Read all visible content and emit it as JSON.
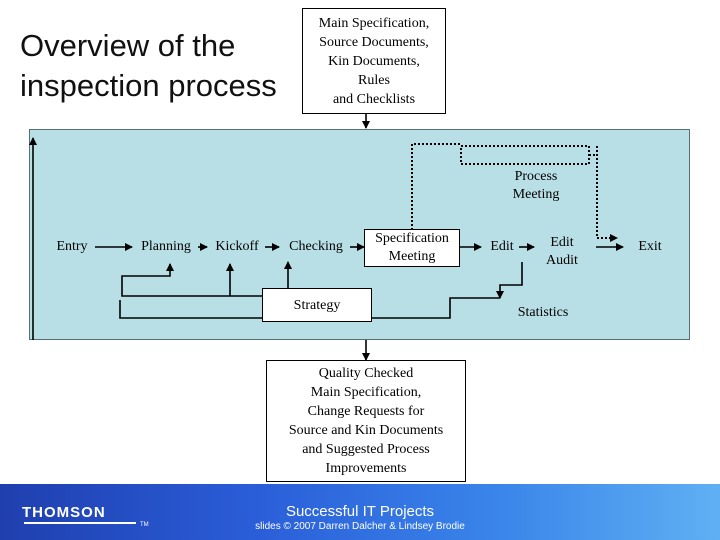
{
  "slide": {
    "title": "Overview of the\ninspection process"
  },
  "inputs_box": "Main Specification,\nSource Documents,\nKin Documents,\nRules\nand Checklists",
  "output_box": "Quality Checked\nMain Specification,\nChange Requests for\nSource and Kin Documents\nand Suggested Process\nImprovements",
  "nodes": {
    "entry": "Entry",
    "planning": "Planning",
    "kickoff": "Kickoff",
    "checking": "Checking",
    "spec_meeting": "Specification\nMeeting",
    "edit": "Edit",
    "edit_audit": "Edit\nAudit",
    "exit": "Exit",
    "process_meeting": "Process\nMeeting",
    "strategy": "Strategy",
    "statistics": "Statistics"
  },
  "footer": {
    "logo": "THOMSON",
    "tm": "TM",
    "title": "Successful IT Projects",
    "subtitle": "slides © 2007 Darren Dalcher & Lindsey Brodie"
  },
  "colors": {
    "panel": "#b9dfe6",
    "footer_start": "#1f3fae",
    "footer_end": "#5fb0f3"
  }
}
